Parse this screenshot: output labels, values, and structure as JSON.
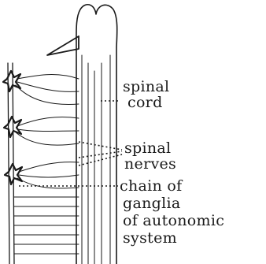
{
  "labels": {
    "spinal_cord": [
      "spinal",
      "cord"
    ],
    "spinal_nerves": [
      "spinal",
      "nerves"
    ],
    "chain_of_ganglia": [
      "chain of",
      "ganglia",
      "of autonomic",
      "system"
    ]
  }
}
